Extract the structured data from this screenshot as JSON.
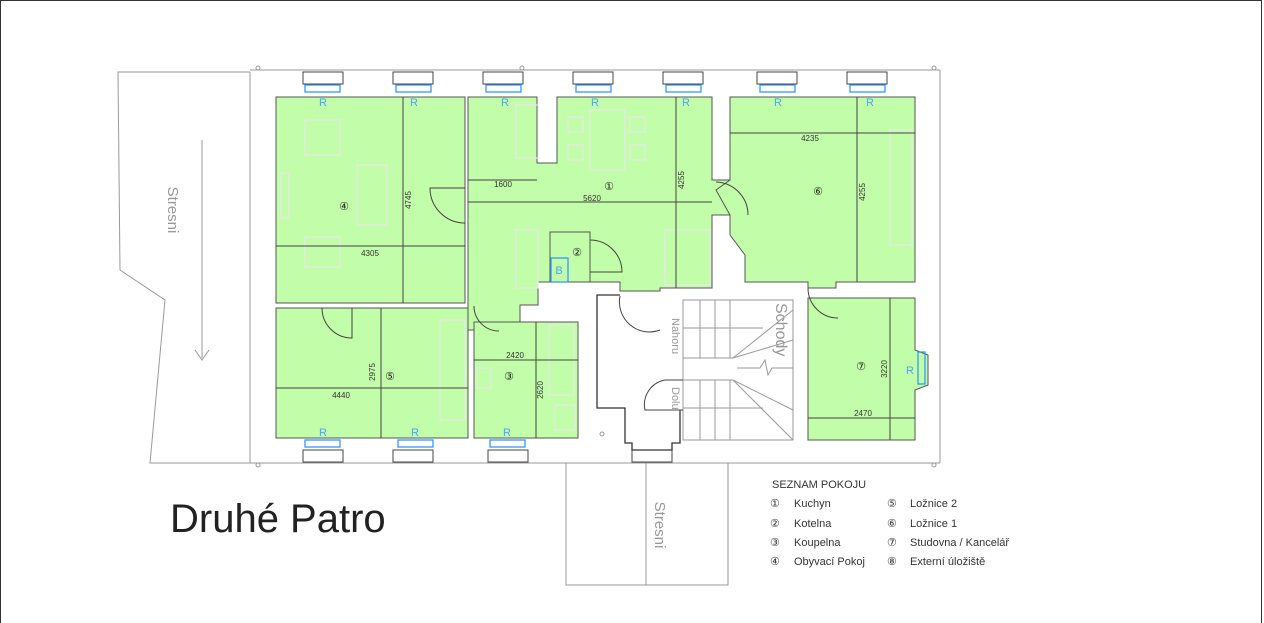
{
  "title": "Druhé Patro",
  "roof_label": "Stresni",
  "stairs": {
    "label": "Schody",
    "up": "Nahoru",
    "down": "Dolu"
  },
  "radiator_label": "R",
  "boiler_label": "B",
  "rooms": [
    {
      "num": "①",
      "dims": [
        "1600",
        "5620",
        "4255"
      ]
    },
    {
      "num": "②",
      "dims": []
    },
    {
      "num": "③",
      "dims": [
        "2420",
        "2620"
      ]
    },
    {
      "num": "④",
      "dims": [
        "4305",
        "4745"
      ]
    },
    {
      "num": "⑤",
      "dims": [
        "4440",
        "2975"
      ]
    },
    {
      "num": "⑥",
      "dims": [
        "4235",
        "4255"
      ]
    },
    {
      "num": "⑦",
      "dims": [
        "2470",
        "3220"
      ]
    }
  ],
  "legend": {
    "title": "SEZNAM POKOJU",
    "items": [
      {
        "num": "①",
        "name": "Kuchyn"
      },
      {
        "num": "②",
        "name": "Kotelna"
      },
      {
        "num": "③",
        "name": "Koupelna"
      },
      {
        "num": "④",
        "name": "Obyvací Pokoj"
      },
      {
        "num": "⑤",
        "name": "Ložnice 2"
      },
      {
        "num": "⑥",
        "name": "Ložnice 1"
      },
      {
        "num": "⑦",
        "name": "Studovna / Kancelář"
      },
      {
        "num": "⑧",
        "name": "Externí úložiště"
      }
    ]
  },
  "colors": {
    "room": "#c2fda9",
    "window": "#3399ff"
  }
}
